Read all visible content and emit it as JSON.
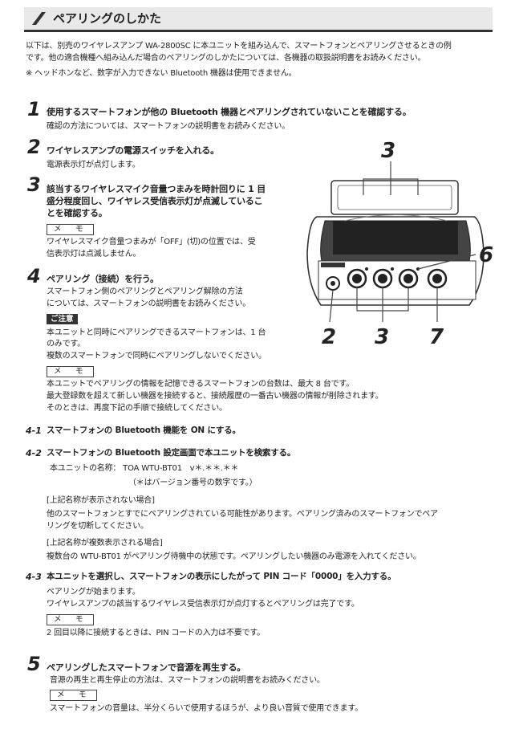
{
  "title": "ペアリングのしかた",
  "intro": [
    "以下は、別売のワイヤレスアンプ WA-2800SC に本ユニットを組み込んで、スマートフォンとペアリングさせるときの例",
    "です。他の適合機種へ組み込んだ場合のペアリングのしかたについては、各機器の取扱説明書をお読みください。",
    "※ ヘッドホンなど、数字が入力できない Bluetooth 機器は使用できません。"
  ],
  "steps": {
    "s1": {
      "num": "1",
      "heading": "使用するスマートフォンが他の Bluetooth 機器とペアリングされていないことを確認する。",
      "body": "確認の方法については、スマートフォンの説明書をお読みください。"
    },
    "s2": {
      "num": "2",
      "heading": "ワイヤレスアンプの電源スイッチを入れる。",
      "body": "電源表示灯が点灯します。"
    },
    "s3": {
      "num": "3",
      "heading": [
        "該当するワイヤレスマイク音量つまみを時計回りに 1 目",
        "盛分程度回し、ワイヤレス受信表示灯が点滅しているこ",
        "とを確認する。"
      ],
      "memo": "メ　モ",
      "memo_body": [
        "ワイヤレスマイク音量つまみが「OFF」(切)の位置では、受",
        "信表示灯は点滅しません。"
      ]
    },
    "s4": {
      "num": "4",
      "heading": "ペアリング（接続）を行う。",
      "body": [
        "スマートフォン側のペアリングとペアリング解除の方法",
        "については、スマートフォンの説明書をお読みください。"
      ],
      "caution": "ご注意",
      "caution_body": [
        "本ユニットと同時にペアリングできるスマートフォンは、1 台",
        "のみです。",
        "複数のスマートフォンで同時にペアリングしないでください。"
      ],
      "memo": "メ　モ",
      "memo_body": [
        "本ユニットでペアリングの情報を記憶できるスマートフォンの台数は、最大 8 台です。",
        "最大登録数を超えて新しい機器を接続すると、接続履歴の一番古い機器の情報が削除されます。",
        "そのときは、再度下記の手順で接続してください。"
      ]
    },
    "s41": {
      "num": "4-1",
      "heading": "スマートフォンの Bluetooth 機能を ON にする。"
    },
    "s42": {
      "num": "4-2",
      "heading": "スマートフォンの Bluetooth 設定画面で本ユニットを検索する。",
      "name_line": "本ユニットの名称：  TOA WTU-BT01　v＊.＊＊.＊＊",
      "name_note": "（＊はバージョン番号の数字です。）",
      "case1_title": "[上記名称が表示されない場合]",
      "case1_body": [
        "他のスマートフォンとすでにペアリングされている可能性があります。ペアリング済みのスマートフォンでペア",
        "リングを切断してください。"
      ],
      "case2_title": "[上記名称が複数表示される場合]",
      "case2_body": "複数台の WTU-BT01 がペアリング待機中の状態です。ペアリングしたい機器のみ電源を入れてください。"
    },
    "s43": {
      "num": "4-3",
      "heading": "本ユニットを選択し、スマートフォンの表示にしたがって PIN コード「0000」を入力する。",
      "body": [
        "ペアリングが始まります。",
        "ワイヤレスアンプの該当するワイヤレス受信表示灯が点灯するとペアリングは完了です。"
      ],
      "memo": "メ　モ",
      "memo_body": "2 回目以降に接続するときは、PIN コードの入力は不要です。"
    },
    "s5": {
      "num": "5",
      "heading": "ペアリングしたスマートフォンで音源を再生する。",
      "body": "音源の再生と再生停止の方法は、スマートフォンの説明書をお読みください。",
      "memo": "メ　モ",
      "memo_body": "スマートフォンの音量は、半分くらいで使用するほうが、より良い音質で使用できます。"
    }
  },
  "figure": {
    "callout_top": "3",
    "callout_right": "6",
    "callout_b1": "2",
    "callout_b2": "3",
    "callout_b3": "7"
  }
}
